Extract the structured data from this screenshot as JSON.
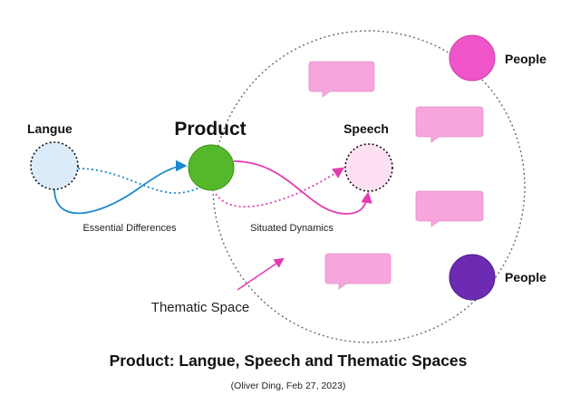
{
  "nodes": {
    "langue": {
      "label": "Langue"
    },
    "product": {
      "label": "Product"
    },
    "speech": {
      "label": "Speech"
    },
    "people_top": {
      "label": "People"
    },
    "people_bottom": {
      "label": "People"
    }
  },
  "annotations": {
    "essential_differences": "Essential Differences",
    "situated_dynamics": "Situated Dynamics",
    "thematic_space": "Thematic Space"
  },
  "caption": {
    "title": "Product: Langue, Speech and Thematic Spaces",
    "credit": "(Oliver Ding, Feb 27, 2023)"
  },
  "colors": {
    "langue_fill": "#dcebfa",
    "product_fill": "#55b82a",
    "speech_fill": "#fde0f1",
    "people_top_fill": "#ef55c8",
    "people_bottom_fill": "#6d2ab3",
    "bubble_fill": "#f6a6dd",
    "blue_arrow": "#1a88cc",
    "magenta_arrow": "#e23cb2",
    "boundary": "#6b6b6b"
  },
  "icons": {
    "speech_bubble": "speech-bubble-icon"
  }
}
